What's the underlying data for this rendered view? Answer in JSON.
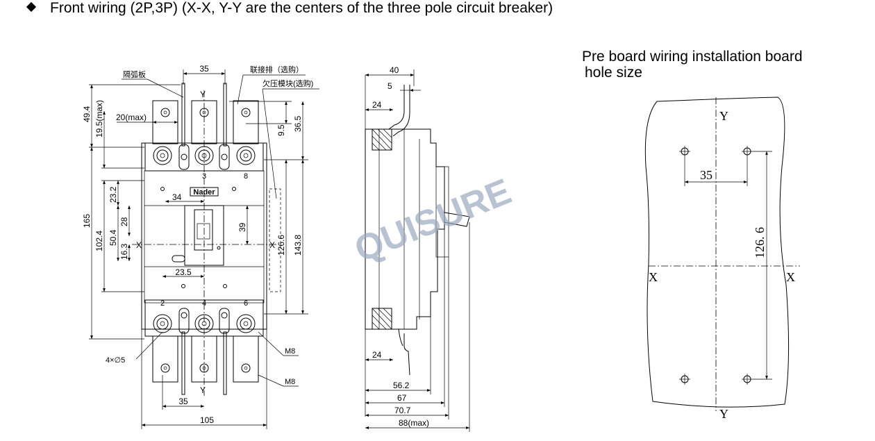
{
  "header": {
    "title": "Front wiring (2P,3P) (X-X, Y-Y are the centers of the three pole circuit breaker)"
  },
  "front_view": {
    "labels": {
      "arc_barrier": "隔弧板",
      "busbar": "联接排（选购）",
      "undervoltage": "欠压模块(选购)",
      "brand": "Nader",
      "x": "X",
      "y": "Y",
      "holes": "4×∅5",
      "bolt": "M8",
      "terminal_top": "3",
      "terminal_top_2": "8",
      "terminal_2": "2",
      "terminal_4": "4",
      "terminal_6": "6"
    },
    "dims": {
      "d35_top": "35",
      "d20max": "20(max)",
      "d49_4": "49.4",
      "d19_5max": "19.5(max)",
      "d9_5": "9.5",
      "d36_5": "36.5",
      "d23_2": "23.2",
      "d34": "34",
      "d28": "28",
      "d39": "39",
      "d50_4": "50.4",
      "d16_3": "16.3",
      "d102_4": "102.4",
      "d165": "165",
      "d126_6": "126.6",
      "d143_8": "143.8",
      "d23_5": "23.5",
      "d35_bot": "35",
      "d105": "105"
    }
  },
  "side_view": {
    "dims": {
      "d40": "40",
      "d5": "5",
      "d24_top": "24",
      "d24_bot": "24",
      "d56_2": "56.2",
      "d67": "67",
      "d70_7": "70.7",
      "d88max": "88(max)"
    }
  },
  "watermark": "QUISURE",
  "board": {
    "title_line1": "Pre board wiring installation board",
    "title_line2": "hole size",
    "y_top": "Y",
    "y_bottom": "Y",
    "x_left": "X",
    "x_right": "X",
    "d35": "35",
    "d126_6": "126. 6"
  }
}
